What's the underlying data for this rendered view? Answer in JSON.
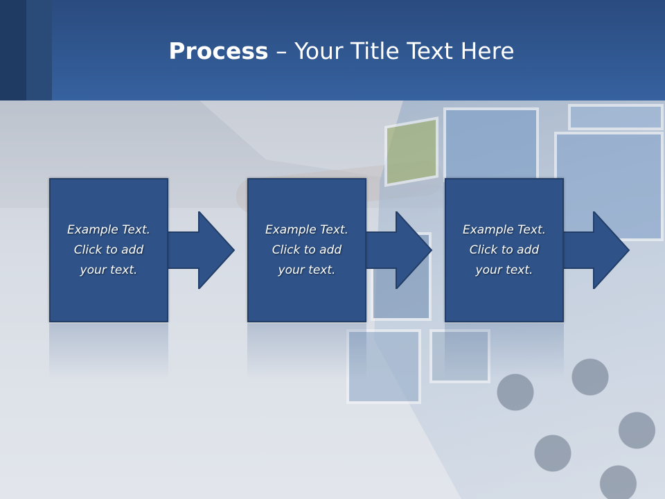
{
  "slide": {
    "title_bold": "Process",
    "title_rest": " – Your Title Text Here"
  },
  "steps": [
    {
      "text": "Example Text.\nClick  to add\nyour text."
    },
    {
      "text": "Example Text.\nClick  to add\nyour text."
    },
    {
      "text": "Example Text.\nClick  to add\nyour text."
    }
  ],
  "colors": {
    "header": "#36629f",
    "box_fill": "#2f5388",
    "box_border": "#223d66",
    "text": "#ffffff"
  }
}
